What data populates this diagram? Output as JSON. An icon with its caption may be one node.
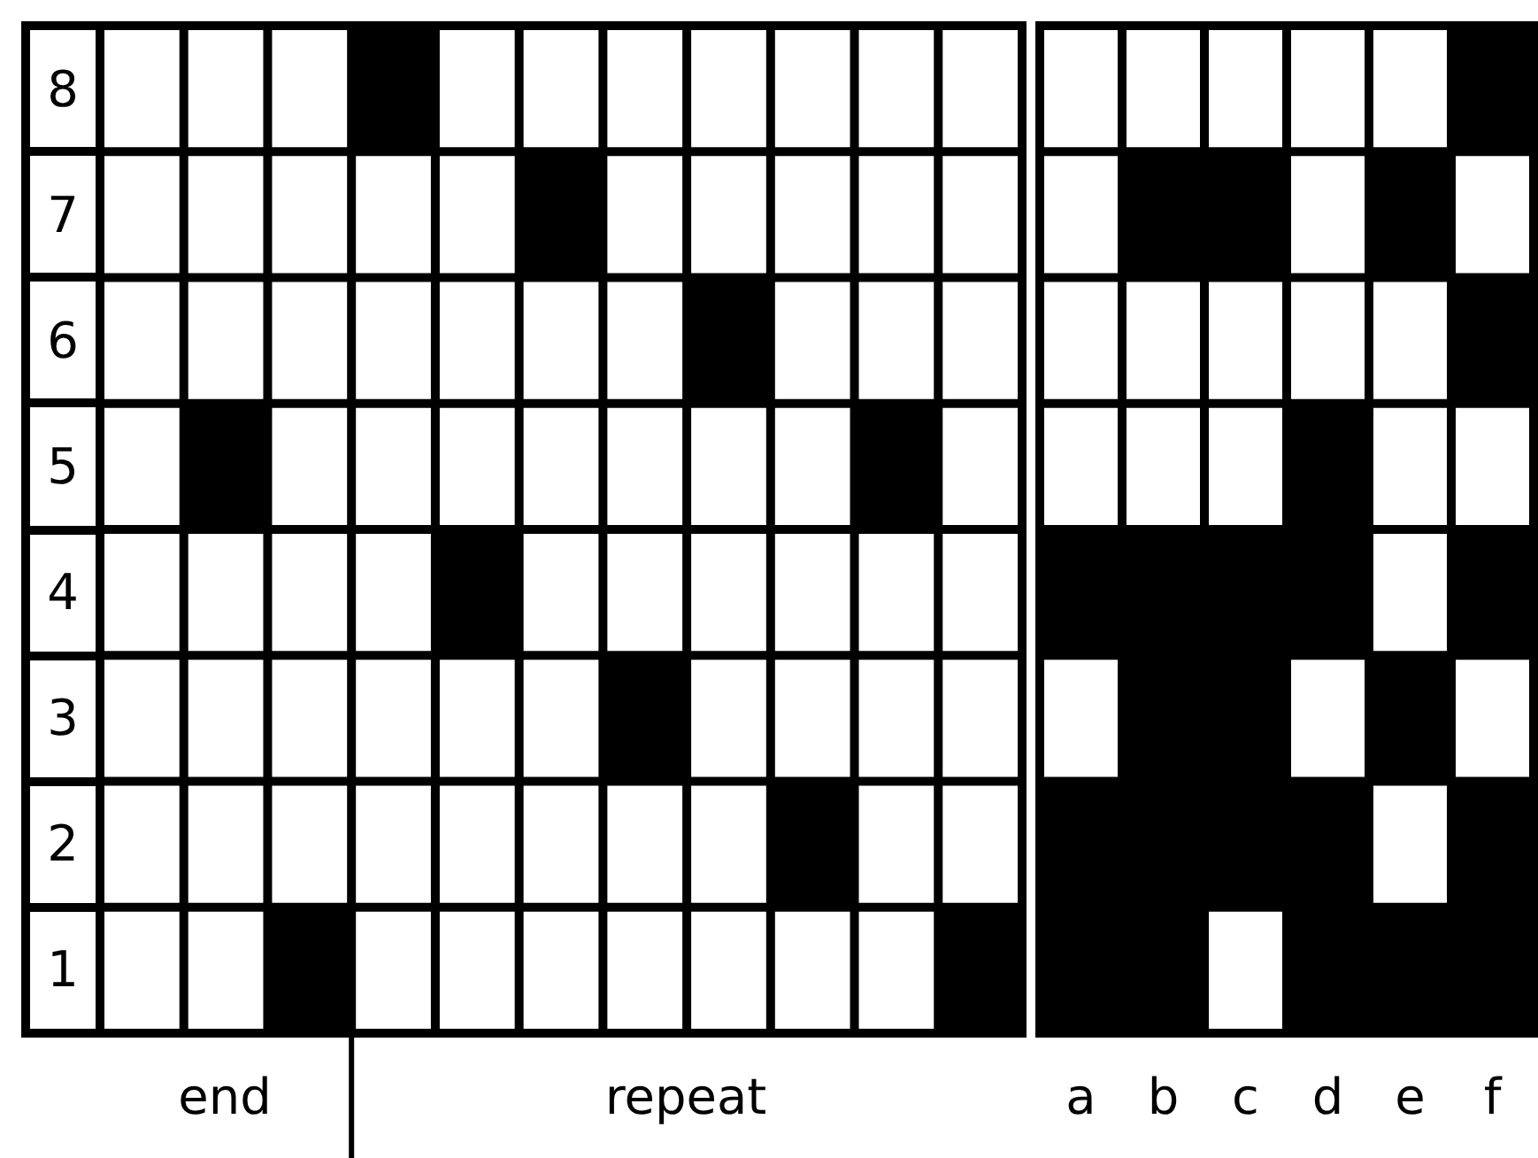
{
  "diagram": {
    "nodes": [
      {
        "text": [
          "8"
        ]
      },
      {
        "text": [
          "7"
        ]
      },
      {
        "text": [
          "6"
        ]
      },
      {
        "text": [
          "5"
        ]
      },
      {
        "text": [
          "4"
        ]
      },
      {
        "text": [
          "3"
        ]
      },
      {
        "text": [
          "2"
        ]
      },
      {
        "text": [
          "1"
        ]
      }
    ],
    "labels": [
      "end",
      "repeat",
      "a",
      "b",
      "c",
      "d",
      "e",
      "f"
    ]
  }
}
